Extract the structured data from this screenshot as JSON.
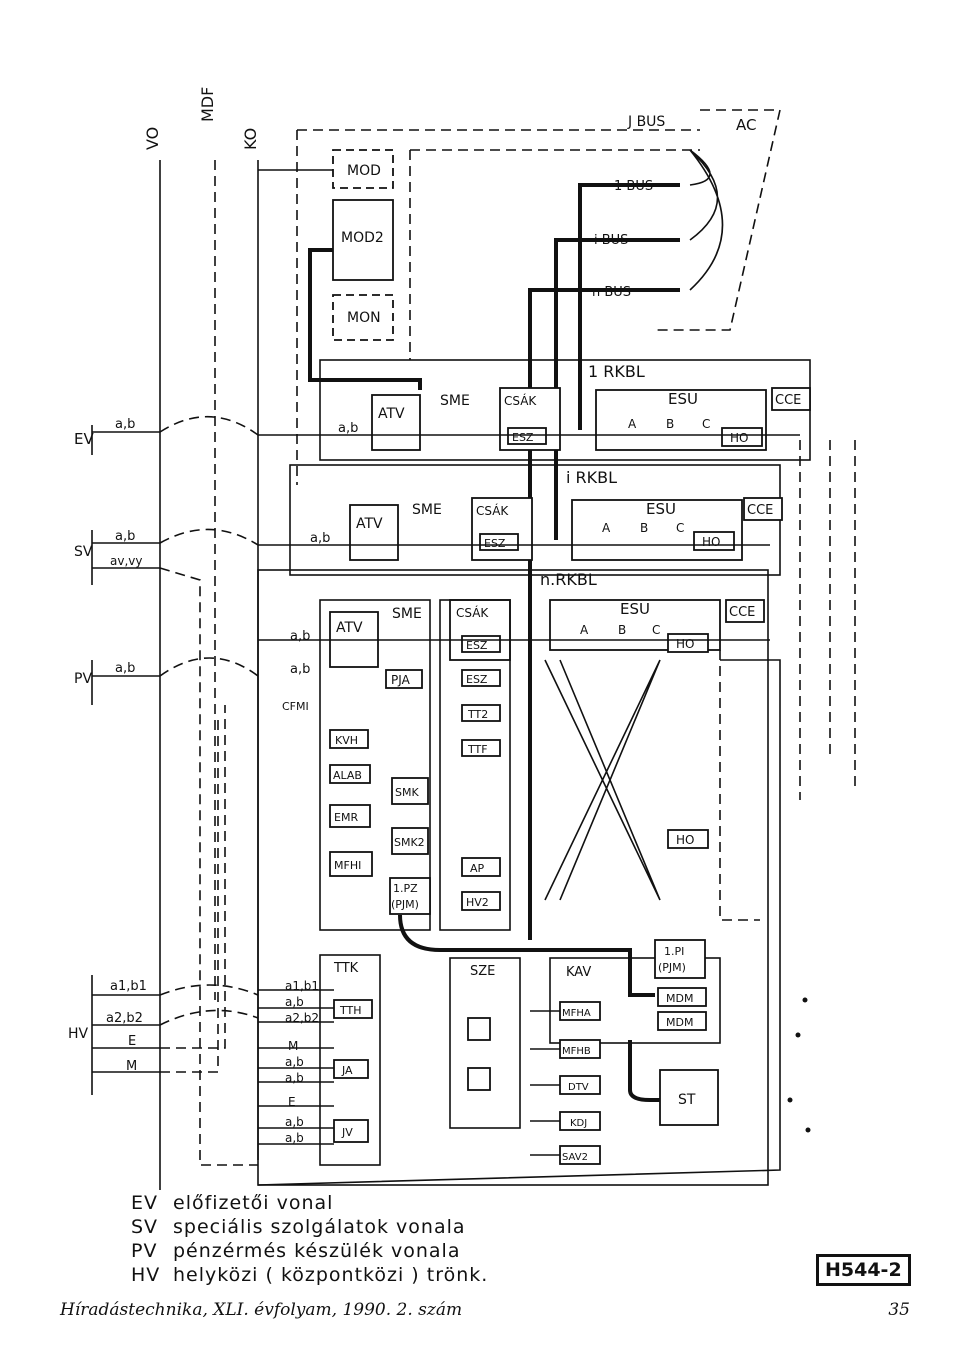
{
  "diagram": {
    "columns": {
      "vo": "VO",
      "mdf": "MDF",
      "ko": "KO"
    },
    "bus": {
      "bus_j": "J BUS",
      "bus_1a": "1 BUS",
      "bus_1b": "i BUS",
      "bus_n": "n BUS",
      "ac": "AC"
    },
    "top": {
      "mod": "MOD",
      "mod2": "MOD2",
      "mon": "MON"
    },
    "rkbl": {
      "r1": "1 RKBL",
      "ri": "i RKBL",
      "rn": "n.RKBL",
      "sme": "SME",
      "atv": "ATV",
      "csak": "CSÁK",
      "esz": "ESZ",
      "esu": "ESU",
      "cce": "CCE",
      "ho": "HO",
      "a": "A",
      "b": "B",
      "c": "C",
      "ab": "a,b"
    },
    "left": {
      "ev": "EV",
      "sv": "SV",
      "pv": "PV",
      "hv": "HV",
      "ab": "a,b",
      "avvy": "av,vy",
      "a1b1": "a1,b1",
      "a2b2": "a2,b2",
      "e": "E",
      "m": "M"
    },
    "mid": {
      "pja": "PJA",
      "esz2": "ESZ",
      "tt2": "TT2",
      "ttf": "TTF",
      "cfmi": "CFMI",
      "kvh": "KVH",
      "alab": "ALAB",
      "smk": "SMK",
      "emr": "EMR",
      "smk2": "SMK2",
      "mfhi": "MFHI",
      "p1pz": "1.PZ",
      "pjm": "(PJM)",
      "ap": "AP",
      "hv2": "HV2",
      "ho2": "HO"
    },
    "bottom": {
      "ttk": "TTK",
      "tth": "TTH",
      "ja": "JA",
      "jv": "JV",
      "sze": "SZE",
      "kav": "KAV",
      "mfha": "MFHA",
      "mfhb": "MFHB",
      "dtv": "DTV",
      "kdj": "KDJ",
      "sav2": "SAV2",
      "p1pi": "1.PI",
      "pjm2": "(PJM)",
      "mdm1": "MDM",
      "mdm2": "MDM",
      "st": "ST",
      "a1b1": "a1,b1",
      "ab": "a,b",
      "a2b2": "a2,b2",
      "m": "M",
      "e": "E"
    }
  },
  "legend": [
    {
      "k": "EV",
      "v": "előfizetői vonal"
    },
    {
      "k": "SV",
      "v": "speciális szolgálatok vonala"
    },
    {
      "k": "PV",
      "v": "pénzérmés készülék vonala"
    },
    {
      "k": "HV",
      "v": "helyközi ( központközi ) trönk."
    }
  ],
  "code": "H544-2",
  "footer": {
    "journal": "Híradástechnika, XLI. évfolyam, 1990. 2. szám",
    "page": "35"
  }
}
